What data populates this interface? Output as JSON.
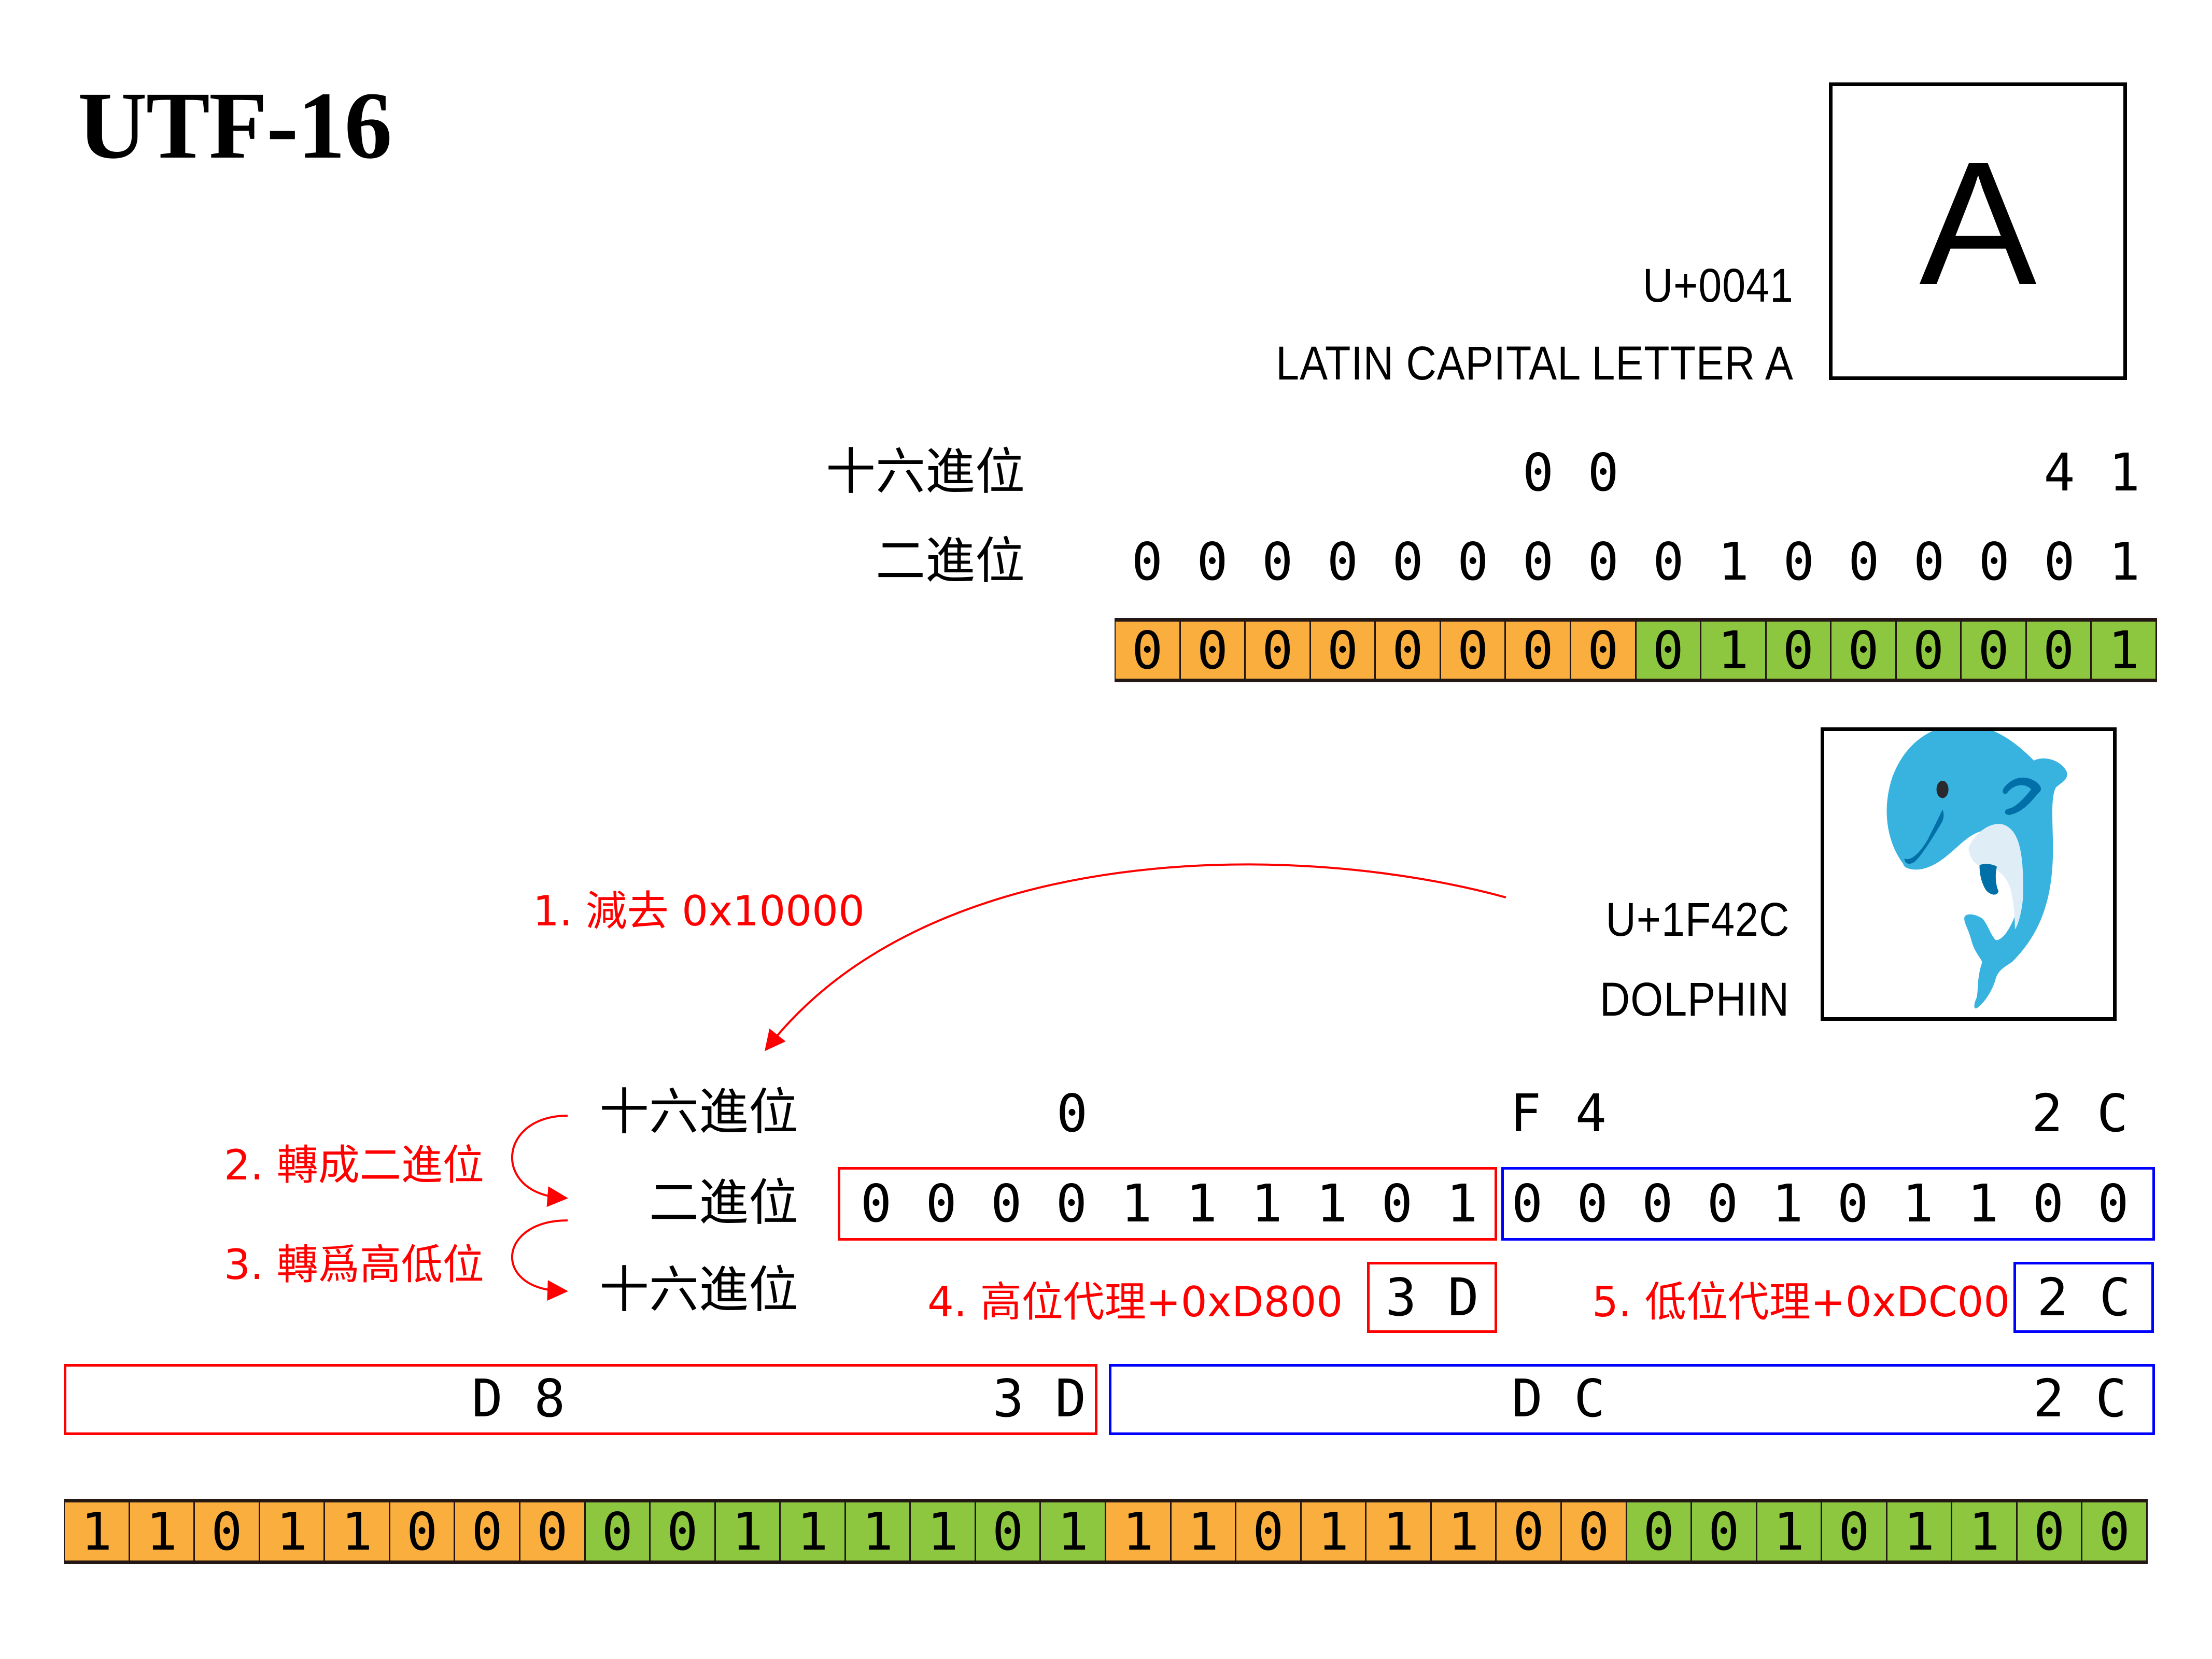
{
  "title": "UTF-16",
  "colors": {
    "high_byte": "#F9AE3E",
    "low_byte": "#8DC63F",
    "high_surrogate": "#FF0000",
    "low_surrogate": "#0000FF",
    "annotation": "#FF0000"
  },
  "example_a": {
    "glyph": "A",
    "codepoint": "U+0041",
    "name": "LATIN CAPITAL LETTER A",
    "hex_label": "十六進位",
    "bin_label": "二進位",
    "hex_digits": [
      "0",
      "0",
      "4",
      "1"
    ],
    "binary_digits": [
      "0",
      "0",
      "0",
      "0",
      "0",
      "0",
      "0",
      "0",
      "0",
      "1",
      "0",
      "0",
      "0",
      "0",
      "0",
      "1"
    ],
    "encoded_bits": [
      "0",
      "0",
      "0",
      "0",
      "0",
      "0",
      "0",
      "0",
      "0",
      "1",
      "0",
      "0",
      "0",
      "0",
      "0",
      "1"
    ]
  },
  "example_dolphin": {
    "glyph_icon": "dolphin-emoji",
    "codepoint": "U+1F42C",
    "name": "DOLPHIN",
    "hex_label_1": "十六進位",
    "bin_label": "二進位",
    "hex_label_2": "十六進位",
    "hex_digits": [
      "0",
      "F",
      "4",
      "2",
      "C"
    ],
    "high_binary": [
      "0",
      "0",
      "0",
      "0",
      "1",
      "1",
      "1",
      "1",
      "0",
      "1"
    ],
    "low_binary": [
      "0",
      "0",
      "0",
      "0",
      "1",
      "0",
      "1",
      "1",
      "0",
      "0"
    ],
    "high_ten_hex": "3 D",
    "low_ten_hex": "2 C",
    "surrogates": {
      "high": {
        "hi": "D 8",
        "lo": "3 D"
      },
      "low": {
        "hi": "D C",
        "lo": "2 C"
      }
    },
    "encoded_bits": [
      "1",
      "1",
      "0",
      "1",
      "1",
      "0",
      "0",
      "0",
      "0",
      "0",
      "1",
      "1",
      "1",
      "1",
      "0",
      "1",
      "1",
      "1",
      "0",
      "1",
      "1",
      "1",
      "0",
      "0",
      "0",
      "0",
      "1",
      "0",
      "1",
      "1",
      "0",
      "0"
    ]
  },
  "steps": {
    "step1": "1. 減去 0x10000",
    "step2": "2. 轉成二進位",
    "step3": "3. 轉爲高低位",
    "step4": "4. 高位代理+0xD800",
    "step5": "5. 低位代理+0xDC00"
  }
}
